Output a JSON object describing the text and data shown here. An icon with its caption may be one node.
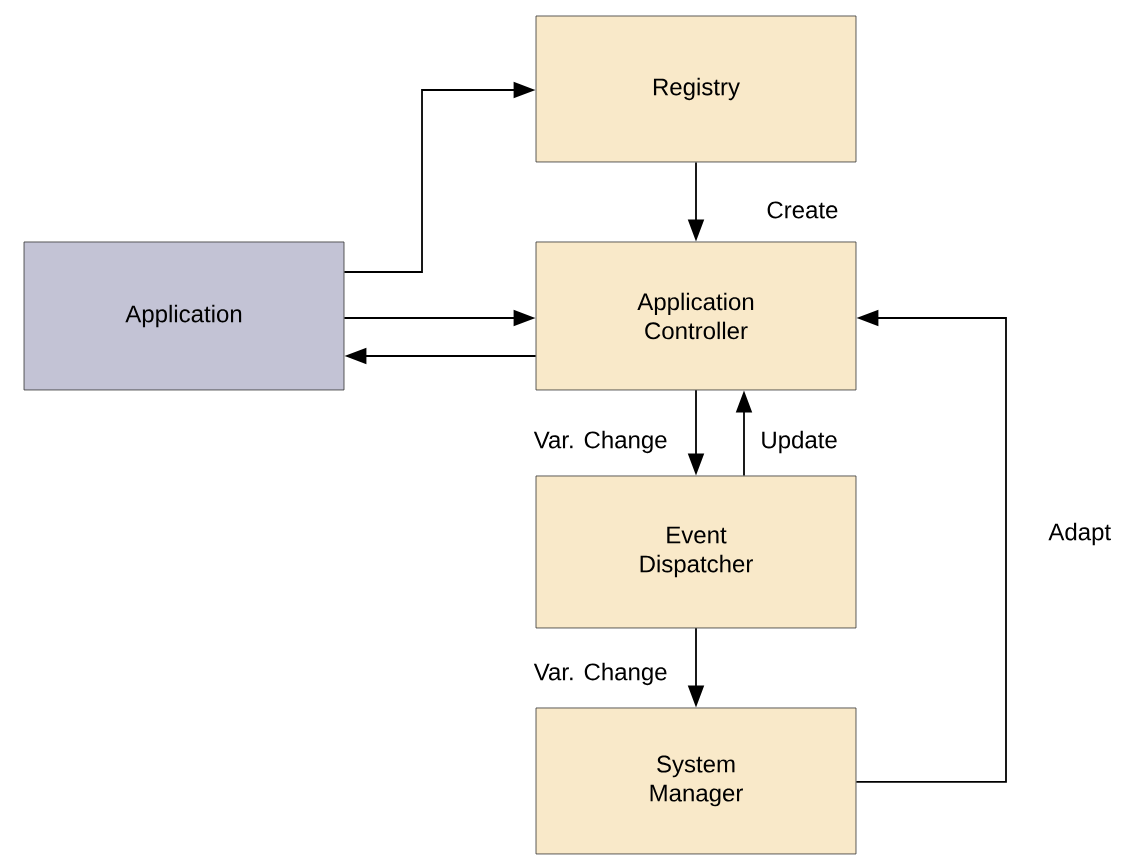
{
  "diagram": {
    "nodes": [
      {
        "text": [
          "Registry"
        ]
      },
      {
        "text": [
          "Application"
        ]
      },
      {
        "text": [
          "Application Controller"
        ]
      },
      {
        "text": [
          "Event Dispatcher"
        ]
      },
      {
        "text": [
          "System Manager"
        ]
      }
    ],
    "edges": [
      {
        "from": 1,
        "to": 0,
        "arrow": "to"
      },
      {
        "from": 0,
        "to": 2,
        "arrow": "to",
        "label": "Create"
      },
      {
        "from": 1,
        "to": 2,
        "arrow": "to"
      },
      {
        "from": 2,
        "to": 1,
        "arrow": "to"
      },
      {
        "from": 2,
        "to": 3,
        "arrow": "to",
        "label": "Var. Change"
      },
      {
        "from": 3,
        "to": 2,
        "arrow": "to",
        "label": "Update"
      },
      {
        "from": 3,
        "to": 4,
        "arrow": "to",
        "label": "Var. Change"
      },
      {
        "from": 4,
        "to": 2,
        "arrow": "to",
        "label": "Adapt"
      }
    ]
  }
}
